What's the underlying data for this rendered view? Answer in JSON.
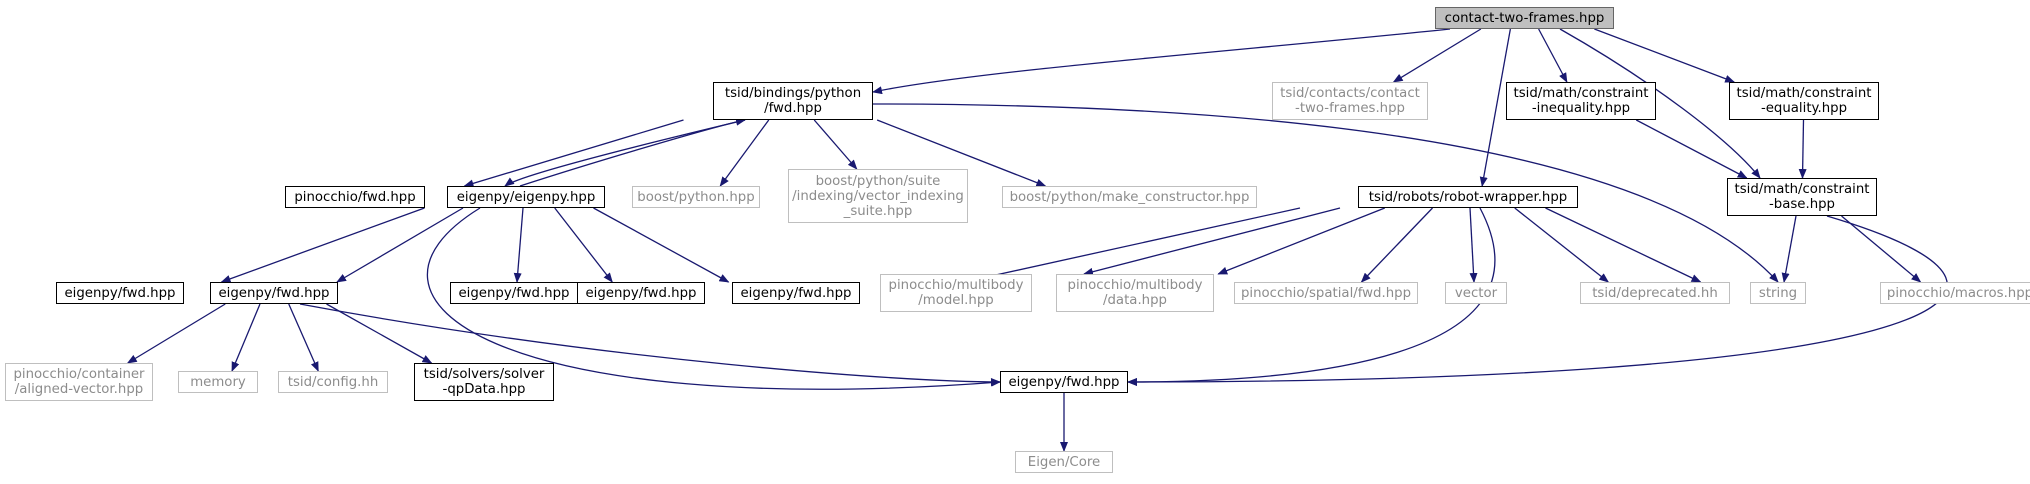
{
  "graph": {
    "edge_color": "#191970",
    "root_fill": "#bfbfbf",
    "external_border": "#bfbfbf",
    "nodes": [
      {
        "id": "root",
        "label": "contact-two-frames.hpp",
        "kind": "root"
      },
      {
        "id": "bpfwd",
        "label": "tsid/bindings/python\n/fwd.hpp",
        "kind": "doc"
      },
      {
        "id": "contacts",
        "label": "tsid/contacts/contact\n-two-frames.hpp",
        "kind": "external"
      },
      {
        "id": "ineq",
        "label": "tsid/math/constraint\n-inequality.hpp",
        "kind": "doc"
      },
      {
        "id": "eq",
        "label": "tsid/math/constraint\n-equality.hpp",
        "kind": "doc"
      },
      {
        "id": "pinfwd",
        "label": "pinocchio/fwd.hpp",
        "kind": "doc"
      },
      {
        "id": "eigenpy",
        "label": "eigenpy/eigenpy.hpp",
        "kind": "doc"
      },
      {
        "id": "boostpy",
        "label": "boost/python.hpp",
        "kind": "external"
      },
      {
        "id": "vecidx",
        "label": "boost/python/suite\n/indexing/vector_indexing\n_suite.hpp",
        "kind": "external"
      },
      {
        "id": "mkctor",
        "label": "boost/python/make_constructor.hpp",
        "kind": "external"
      },
      {
        "id": "robot",
        "label": "tsid/robots/robot-wrapper.hpp",
        "kind": "doc"
      },
      {
        "id": "base",
        "label": "tsid/math/constraint\n-base.hpp",
        "kind": "doc"
      },
      {
        "id": "efwd1",
        "label": "eigenpy/fwd.hpp",
        "kind": "doc"
      },
      {
        "id": "efwd2",
        "label": "eigenpy/fwd.hpp",
        "kind": "doc"
      },
      {
        "id": "efwd3",
        "label": "eigenpy/fwd.hpp",
        "kind": "doc"
      },
      {
        "id": "efwd4",
        "label": "eigenpy/fwd.hpp",
        "kind": "doc"
      },
      {
        "id": "efwd5",
        "label": "eigenpy/fwd.hpp",
        "kind": "doc"
      },
      {
        "id": "model",
        "label": "pinocchio/multibody\n/model.hpp",
        "kind": "external"
      },
      {
        "id": "data",
        "label": "pinocchio/multibody\n/data.hpp",
        "kind": "external"
      },
      {
        "id": "spatial",
        "label": "pinocchio/spatial/fwd.hpp",
        "kind": "external"
      },
      {
        "id": "vector",
        "label": "vector",
        "kind": "external"
      },
      {
        "id": "deprec",
        "label": "tsid/deprecated.hh",
        "kind": "external"
      },
      {
        "id": "string",
        "label": "string",
        "kind": "external"
      },
      {
        "id": "macros",
        "label": "pinocchio/macros.hpp",
        "kind": "external"
      },
      {
        "id": "aligned",
        "label": "pinocchio/container\n/aligned-vector.hpp",
        "kind": "external"
      },
      {
        "id": "memory",
        "label": "memory",
        "kind": "external"
      },
      {
        "id": "config",
        "label": "tsid/config.hh",
        "kind": "external"
      },
      {
        "id": "qpdata",
        "label": "tsid/solvers/solver\n-qpData.hpp",
        "kind": "doc"
      },
      {
        "id": "efwd6",
        "label": "eigenpy/fwd.hpp",
        "kind": "doc"
      },
      {
        "id": "eigencore",
        "label": "Eigen/Core",
        "kind": "external"
      }
    ],
    "edges": [
      [
        "root",
        "bpfwd"
      ],
      [
        "root",
        "contacts"
      ],
      [
        "root",
        "robot"
      ],
      [
        "root",
        "ineq"
      ],
      [
        "root",
        "eq"
      ],
      [
        "root",
        "base"
      ],
      [
        "bpfwd",
        "pinfwd"
      ],
      [
        "bpfwd",
        "eigenpy"
      ],
      [
        "bpfwd",
        "boostpy"
      ],
      [
        "bpfwd",
        "vecidx"
      ],
      [
        "bpfwd",
        "mkctor"
      ],
      [
        "bpfwd",
        "string"
      ],
      [
        "eigenpy",
        "bpfwd"
      ],
      [
        "eigenpy",
        "efwd1"
      ],
      [
        "eigenpy",
        "efwd2"
      ],
      [
        "eigenpy",
        "efwd3"
      ],
      [
        "eigenpy",
        "efwd4"
      ],
      [
        "eigenpy",
        "efwd5"
      ],
      [
        "eigenpy",
        "efwd6"
      ],
      [
        "ineq",
        "base"
      ],
      [
        "eq",
        "base"
      ],
      [
        "base",
        "string"
      ],
      [
        "base",
        "macros"
      ],
      [
        "base",
        "efwd6"
      ],
      [
        "robot",
        "efwd5"
      ],
      [
        "robot",
        "model"
      ],
      [
        "robot",
        "data"
      ],
      [
        "robot",
        "spatial"
      ],
      [
        "robot",
        "vector"
      ],
      [
        "robot",
        "deprec"
      ],
      [
        "robot",
        "string"
      ],
      [
        "robot",
        "efwd6"
      ],
      [
        "efwd2",
        "aligned"
      ],
      [
        "efwd2",
        "memory"
      ],
      [
        "efwd2",
        "config"
      ],
      [
        "efwd2",
        "qpdata"
      ],
      [
        "efwd2",
        "efwd6"
      ],
      [
        "efwd6",
        "eigencore"
      ]
    ]
  }
}
